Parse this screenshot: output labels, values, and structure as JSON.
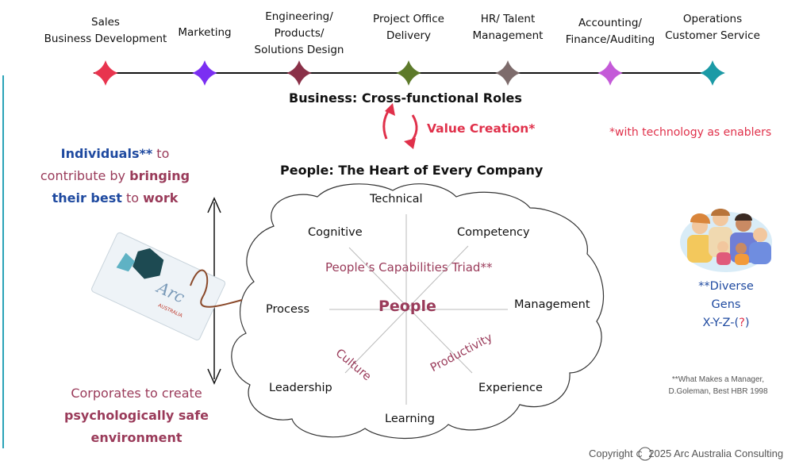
{
  "roles": [
    {
      "label": "Sales\nBusiness Development",
      "color": "#e8344e"
    },
    {
      "label": "Marketing",
      "color": "#7b2ff2"
    },
    {
      "label": "Engineering/\nProducts/\nSolutions Design",
      "color": "#8a3048"
    },
    {
      "label": "Project Office\nDelivery",
      "color": "#5d7a2a"
    },
    {
      "label": "HR/ Talent\nManagement",
      "color": "#7d6b6b"
    },
    {
      "label": "Accounting/\nFinance/Auditing",
      "color": "#c45ad8"
    },
    {
      "label": "Operations\nCustomer Service",
      "color": "#1b9aa6"
    }
  ],
  "business_title": "Business: Cross-functional Roles",
  "value_creation": "Value Creation*",
  "tech_note": "*with technology as enablers",
  "people_title": "People: The Heart of Every Company",
  "individuals": {
    "part1": "Individuals**",
    "part2": " to",
    "part3": "contribute by ",
    "part4": "bringing",
    "part5": "their best",
    "part6": " to ",
    "part7": "work"
  },
  "corporates": {
    "line1": "Corporates to create",
    "line2": "psychologically safe",
    "line3": "environment"
  },
  "triad": {
    "center": "People",
    "subtitle": "People’s Capabilities Triad**",
    "culture": "Culture",
    "productivity": "Productivity",
    "spokes": {
      "technical": "Technical",
      "competency": "Competency",
      "management": "Management",
      "experience": "Experience",
      "learning": "Learning",
      "leadership": "Leadership",
      "process": "Process",
      "cognitive": "Cognitive"
    }
  },
  "diverse": {
    "line1": "**Diverse",
    "line2": "Gens",
    "line3a": "X-Y-Z-(",
    "line3b": "?",
    "line3c": ")"
  },
  "citation": {
    "line1": "**What Makes a Manager,",
    "line2": "D.Goleman, Best HBR 1998"
  },
  "card_brand": "Arc",
  "card_sub": "AUSTRALIA",
  "copyright": {
    "prefix": "Copyright",
    "symbol": "C",
    "suffix": " 2025 Arc Australia Consulting"
  },
  "colors": {
    "red": "#e0304a",
    "maroon": "#9a3b5a",
    "blue": "#1f4aa0"
  }
}
